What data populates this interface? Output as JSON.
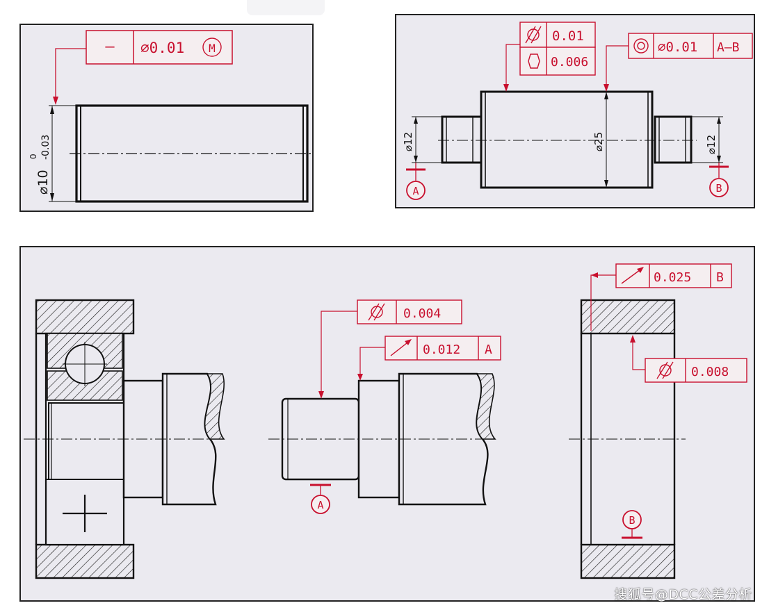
{
  "panel1": {
    "frame": {
      "symbol": "—",
      "value": "⌀0.01",
      "modifier": "M"
    },
    "dimension": {
      "text": "⌀10",
      "upper": "0",
      "lower": "-0.03"
    }
  },
  "panel2": {
    "frame_cylindricity": {
      "value": "0.01"
    },
    "frame_roundness": {
      "value": "0.006"
    },
    "frame_concentricity": {
      "value": "⌀0.01",
      "datum": "A—B"
    },
    "dim_left": "⌀12",
    "dim_center": "⌀25",
    "dim_right": "⌀12",
    "datum_a": "A",
    "datum_b": "B"
  },
  "panel3": {
    "frame_cyl_shaft": {
      "value": "0.004"
    },
    "frame_runout_shaft": {
      "value": "0.012",
      "datum": "A"
    },
    "frame_runout_housing": {
      "value": "0.025",
      "datum": "B"
    },
    "frame_cyl_housing": {
      "value": "0.008"
    },
    "datum_a": "A",
    "datum_b": "B"
  },
  "watermark": "搜狐号@DCC公差分析",
  "colors": {
    "annotation": "#c8102e",
    "line": "#111111",
    "background": "#ebeaf0"
  }
}
